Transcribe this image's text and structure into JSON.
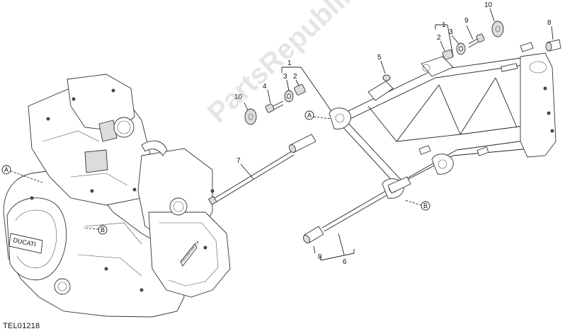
{
  "diagram_code": "TEL01218",
  "watermark": "PartsRepublik",
  "callouts": {
    "c1_right": "1",
    "c2_right": "2",
    "c3_right": "3",
    "c9": "9",
    "c10_right": "10",
    "c8_right": "8",
    "c5": "5",
    "c1_center": "1",
    "c3_center": "3",
    "c2_center": "2",
    "c10_left": "10",
    "c4": "4",
    "c7": "7",
    "c8_lower": "8",
    "c6": "6"
  },
  "refs": {
    "a_engine": "A",
    "b_engine": "B",
    "a_frame": "A",
    "b_frame": "B"
  },
  "logo_text": "DUCATI",
  "plate_text": "TESTASTRETTA"
}
